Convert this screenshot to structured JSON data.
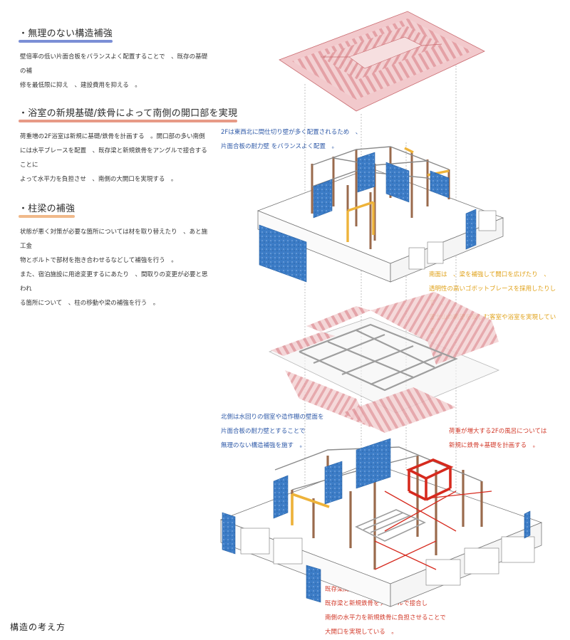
{
  "sections": [
    {
      "heading": "・無理のない構造補強",
      "body": "壁倍率の低い片面合板をバランスよく配置することで　、既存の基礎の補\n修を最低限に抑え　、建設費用を抑える　。",
      "underline_color": "#7b8fd6"
    },
    {
      "heading": "・浴室の新規基礎/鉄骨によって南側の開口部を実現",
      "body": "荷重増の2F浴室は新規に基礎/鉄骨を計画する　。開口部の多い南側\nには水平ブレースを配置　、既存梁と新規鉄骨をアングルで接合することに\nよって水平力を負担させ　、南側の大開口を実現する　。",
      "underline_color": "#e79a86"
    },
    {
      "heading": "・柱梁の補強",
      "body": "状態が悪く対策が必要な箇所については材を取り替えたり　、あと施工金\n物とボルトで部材を抱き合わせるなどして補強を行う　。\nまた、宿泊施設に用途変更するにあたり　、間取りの変更が必要と思われ\nる箇所について　、柱の移動や梁の補強を行う　。",
      "underline_color": "#f0b98a"
    }
  ],
  "notes": {
    "blue_2f": "2Fは東西北に間仕切り壁が多く配置されるため　、\n片面合板の耐力壁 をバランスよく配置　。",
    "yellow_south": "南面は　、梁を補強して開口を広げたり　、\n透明性の高いゴボットブレースを採用したりして　、\n富士山の眺望を楽しむ客室や浴室を実現している　。",
    "blue_north": "北側は水回りの個室や造作棚の壁面を\n片面合板の耐力壁とすることで\n無理のない構造補強を施す　。",
    "red_bath": "荷重が増大する2Fの風呂については\n新規に鉄骨+基礎を計画する　。",
    "red_brace": "既存梁間に水平ブレースを追加　。\n既存梁と新規鉄骨をアングルで接合し\n南側の水平力を新規鉄骨に負担させることで\n大開口を実現している　。"
  },
  "footer": "構造の考え方",
  "colors": {
    "blue_text": "#2f5aa8",
    "yellow_text": "#e0a21a",
    "red_text": "#d23a2a",
    "plywood": "#3c7cc6",
    "rafter": "#e8a8aa",
    "rafter_line": "#c96b70",
    "post": "#9a6a4c",
    "steel_red": "#d62a1e",
    "beam_yellow": "#eeb33a",
    "frame": "#6f6f6f"
  }
}
